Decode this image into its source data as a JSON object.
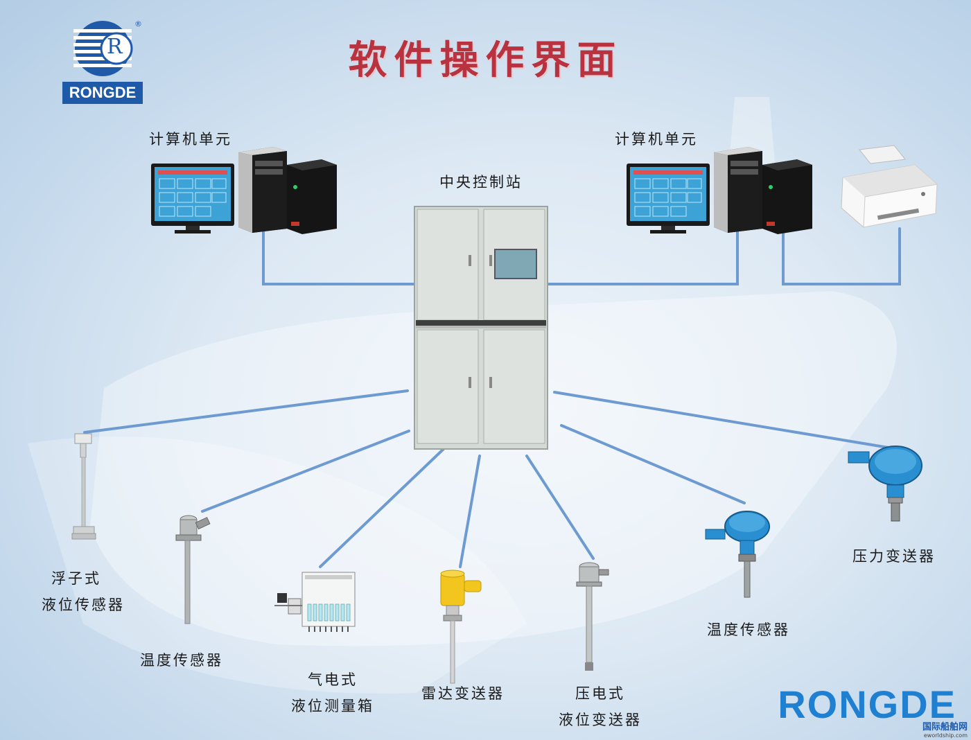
{
  "title": "软件操作界面",
  "logo": {
    "text": "RONGDE",
    "letter": "R",
    "registered": "®"
  },
  "labels": {
    "computer_left": "计算机单元",
    "computer_right": "计算机单元",
    "central": "中央控制站",
    "float_sensor_l1": "浮子式",
    "float_sensor_l2": "液位传感器",
    "temp_left": "温度传感器",
    "pneumatic_l1": "气电式",
    "pneumatic_l2": "液位测量箱",
    "radar": "雷达变送器",
    "piezo_l1": "压电式",
    "piezo_l2": "液位变送器",
    "temp_right": "温度传感器",
    "pressure": "压力变送器"
  },
  "brand": "RONGDE",
  "watermark": {
    "cn": "国际船舶网",
    "en": "eworldship.com"
  },
  "colors": {
    "line": "#6d9bd1",
    "title": "#b8323f",
    "brand": "#1f7fd1",
    "logo": "#1e5aa8"
  }
}
